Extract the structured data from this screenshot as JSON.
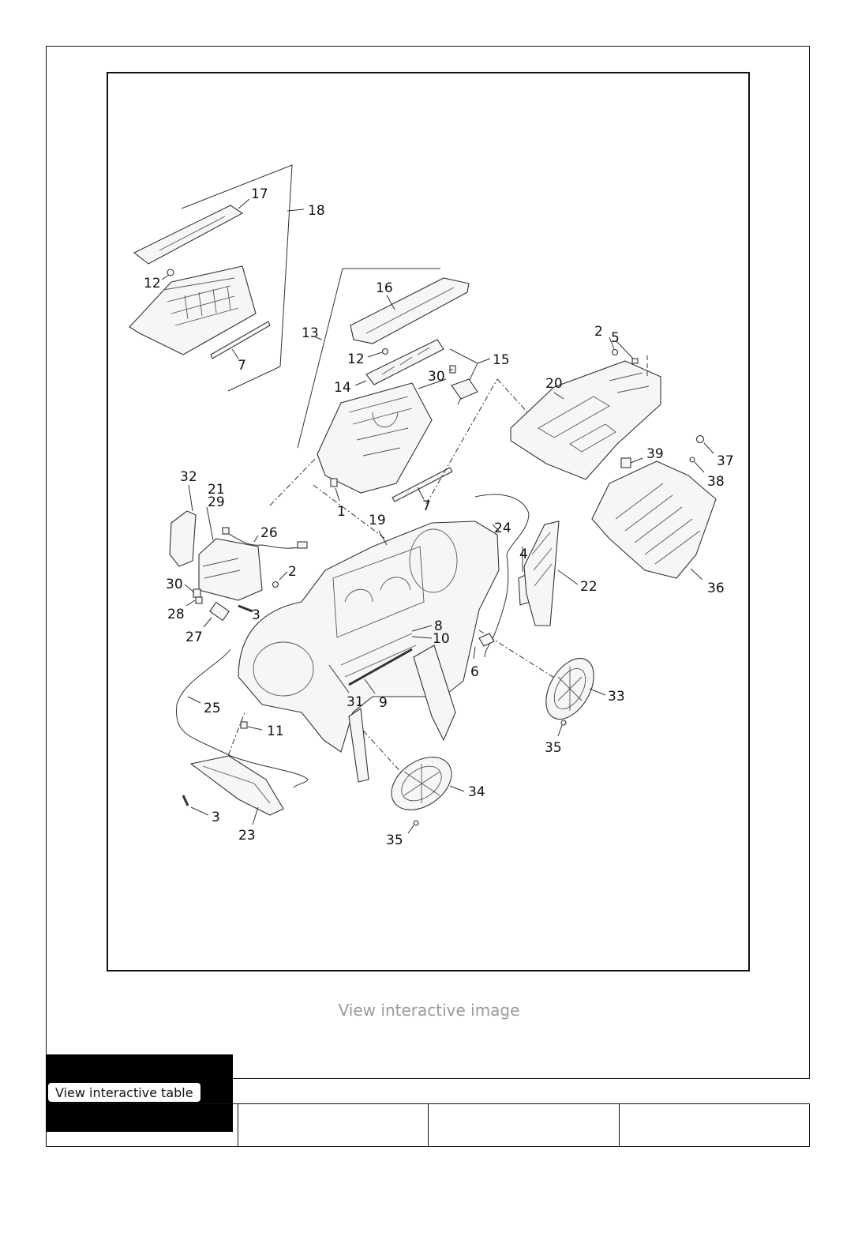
{
  "diagram": {
    "callouts": [
      "1",
      "2",
      "2",
      "3",
      "3",
      "4",
      "5",
      "6",
      "7",
      "7",
      "8",
      "9",
      "10",
      "11",
      "12",
      "12",
      "13",
      "14",
      "15",
      "16",
      "17",
      "18",
      "19",
      "20",
      "21",
      "22",
      "23",
      "24",
      "25",
      "26",
      "27",
      "28",
      "29",
      "30",
      "30",
      "31",
      "32",
      "33",
      "34",
      "35",
      "35",
      "36",
      "37",
      "38",
      "39"
    ]
  },
  "view_image_label": "View interactive image",
  "view_table_label": "View interactive table",
  "table": {
    "cells": [
      "",
      "",
      ""
    ]
  }
}
